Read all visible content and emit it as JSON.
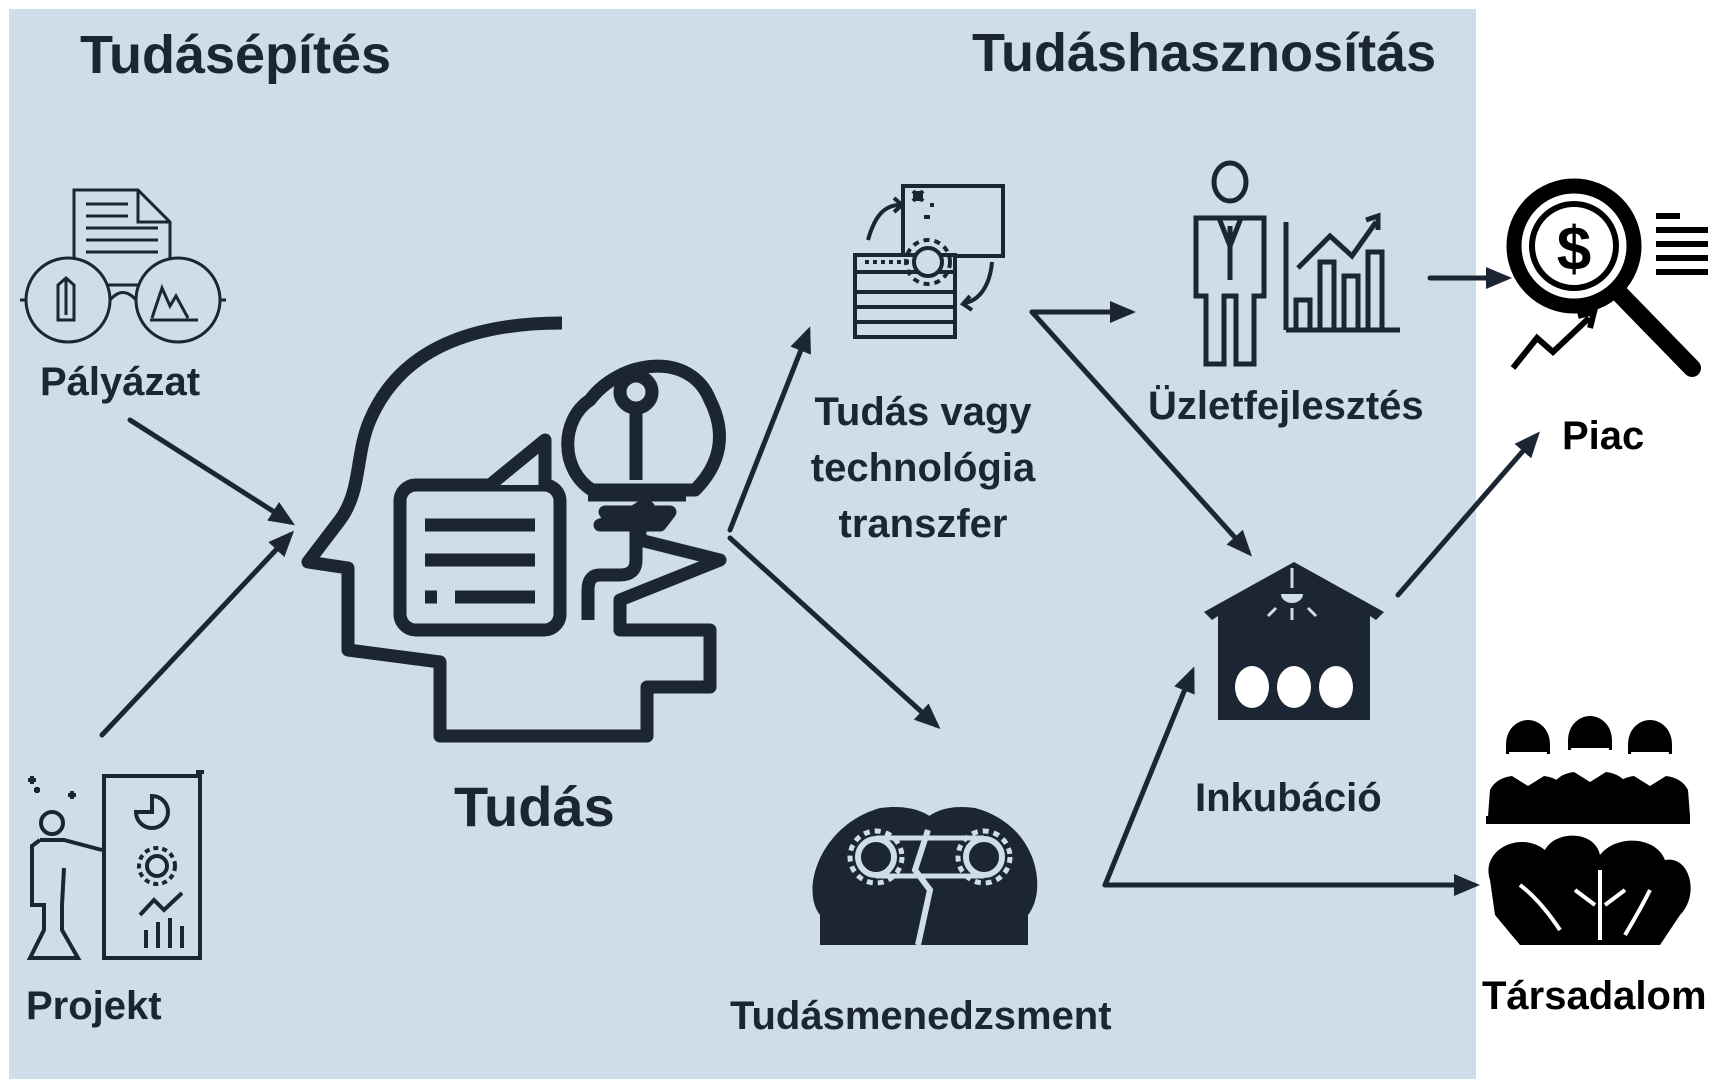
{
  "sections": {
    "left_title": "Tudásépítés",
    "right_title": "Tudáshasznosítás"
  },
  "nodes": {
    "palyazat": "Pályázat",
    "projekt": "Projekt",
    "tudas": "Tudás",
    "transfer_line1": "Tudás vagy",
    "transfer_line2": "technológia",
    "transfer_line3": "transzfer",
    "tudasmenedzsment": "Tudásmenedzsment",
    "uzletfejlesztes": "Üzletfejlesztés",
    "inkubacio": "Inkubáció",
    "piac": "Piac",
    "tarsadalom": "Társadalom"
  },
  "icons": {
    "palyazat": "document-glasses-icon",
    "projekt": "presentation-person-icon",
    "tudas": "head-idea-icon",
    "transfer": "tech-transfer-icon",
    "tudasmenedzsment": "two-heads-gears-icon",
    "uzletfejlesztes": "businessman-chart-icon",
    "inkubacio": "incubator-eggs-icon",
    "piac": "magnifier-dollar-icon",
    "tarsadalom": "people-plants-icon"
  },
  "colors": {
    "panel": "#cfdcea",
    "ink": "#1b2533",
    "outside_ink": "#000000",
    "background": "#ffffff"
  }
}
